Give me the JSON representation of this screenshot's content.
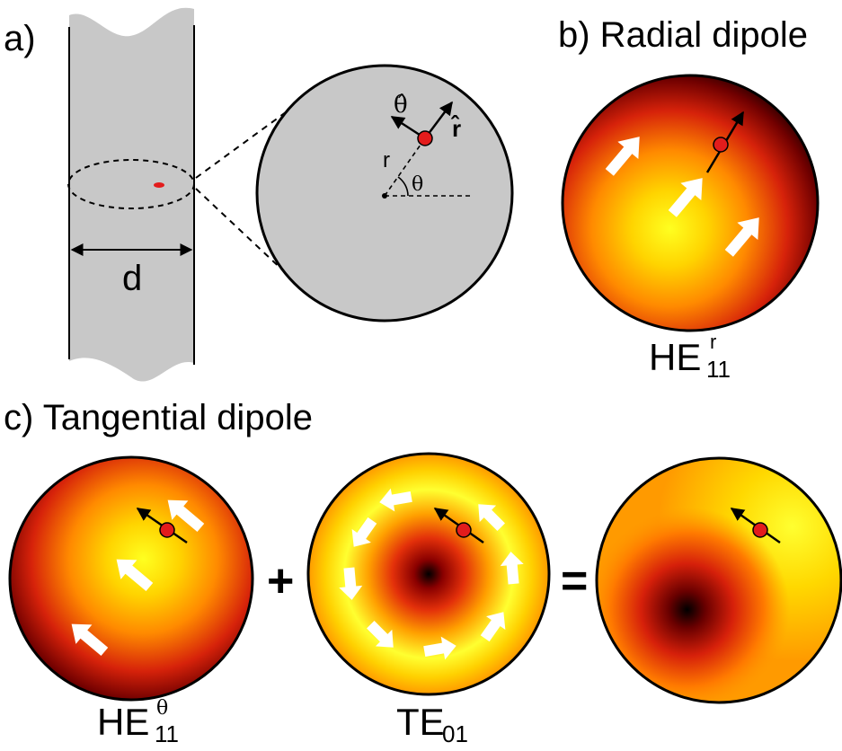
{
  "panels": {
    "a": {
      "label": "a)",
      "diameter_label": "d",
      "radius_label": "r",
      "angle_label": "θ",
      "theta_hat_label": "θ̂",
      "r_hat_label": "r̂"
    },
    "b": {
      "label": "b) Radial dipole",
      "mode": {
        "base": "HE",
        "sub": "11",
        "sup": "r"
      }
    },
    "c": {
      "label": "c) Tangential dipole",
      "mode1": {
        "base": "HE",
        "sub": "11",
        "sup": "θ"
      },
      "mode2": {
        "base": "TE",
        "sub": "01",
        "sup": ""
      },
      "plus": "+",
      "equals": "="
    }
  },
  "colors": {
    "fiber_gray": "#c8c8c8",
    "dipole_red": "#e31c1c",
    "heat_dark": "#000000",
    "heat_red": "#c8100a",
    "heat_orange": "#ff8a00",
    "heat_yellow": "#ffff20",
    "arrow_white": "#ffffff"
  }
}
